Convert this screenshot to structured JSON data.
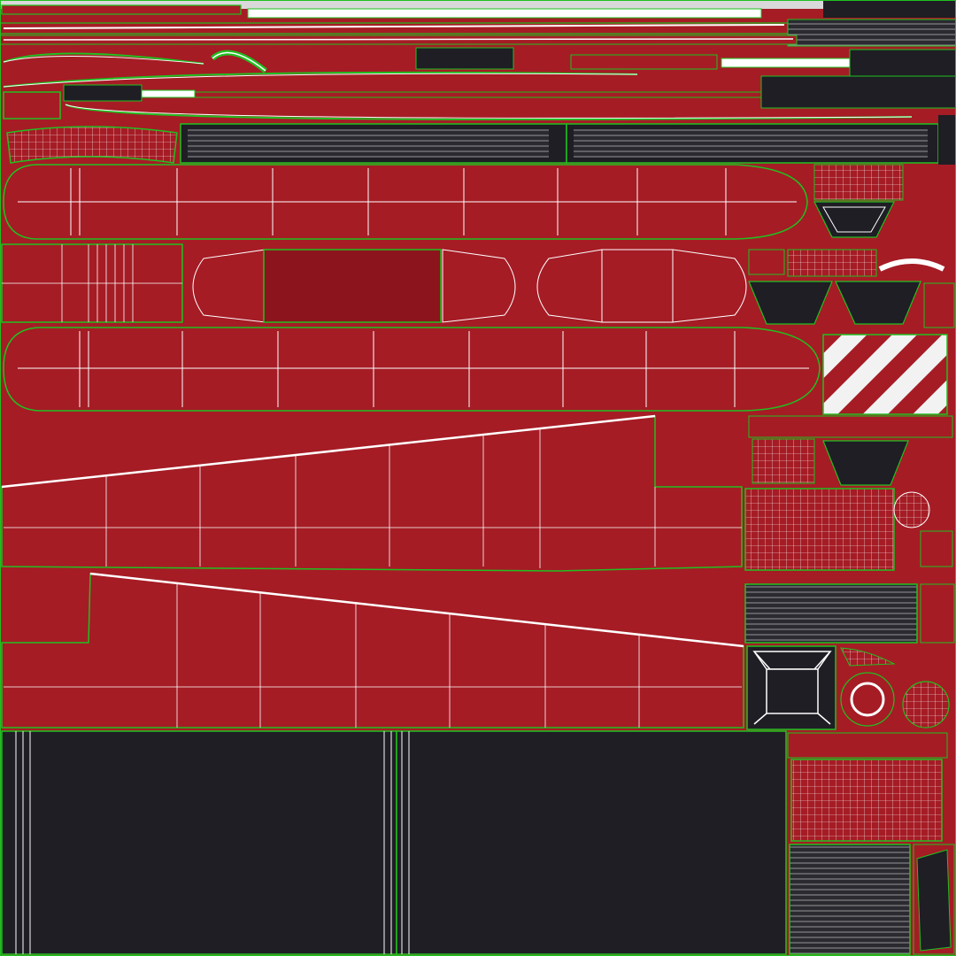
{
  "texture": {
    "colors": {
      "background": "#d9d9d9",
      "paint_red": "#a51c25",
      "paint_red_dark": "#8c141c",
      "dark_panel": "#1e1e24",
      "seam_green": "#20c020",
      "wire_white": "#ffffff",
      "hazard_white": "#f2f2f2"
    },
    "islands": [
      {
        "name": "fuselage-panel-upper",
        "kind": "rounded-panel"
      },
      {
        "name": "fuselage-panel-middle",
        "kind": "rounded-panel"
      },
      {
        "name": "fuselage-panel-lower",
        "kind": "rounded-panel"
      },
      {
        "name": "wing-panel-left",
        "kind": "tapered-panel"
      },
      {
        "name": "wing-panel-right",
        "kind": "tapered-panel"
      },
      {
        "name": "dark-floor-panel-left",
        "kind": "dark-panel"
      },
      {
        "name": "dark-floor-panel-right",
        "kind": "dark-panel"
      },
      {
        "name": "hazard-stripe-panel",
        "kind": "hazard"
      },
      {
        "name": "grille-panel",
        "kind": "grid"
      },
      {
        "name": "small-parts-column",
        "kind": "small-parts"
      }
    ]
  }
}
